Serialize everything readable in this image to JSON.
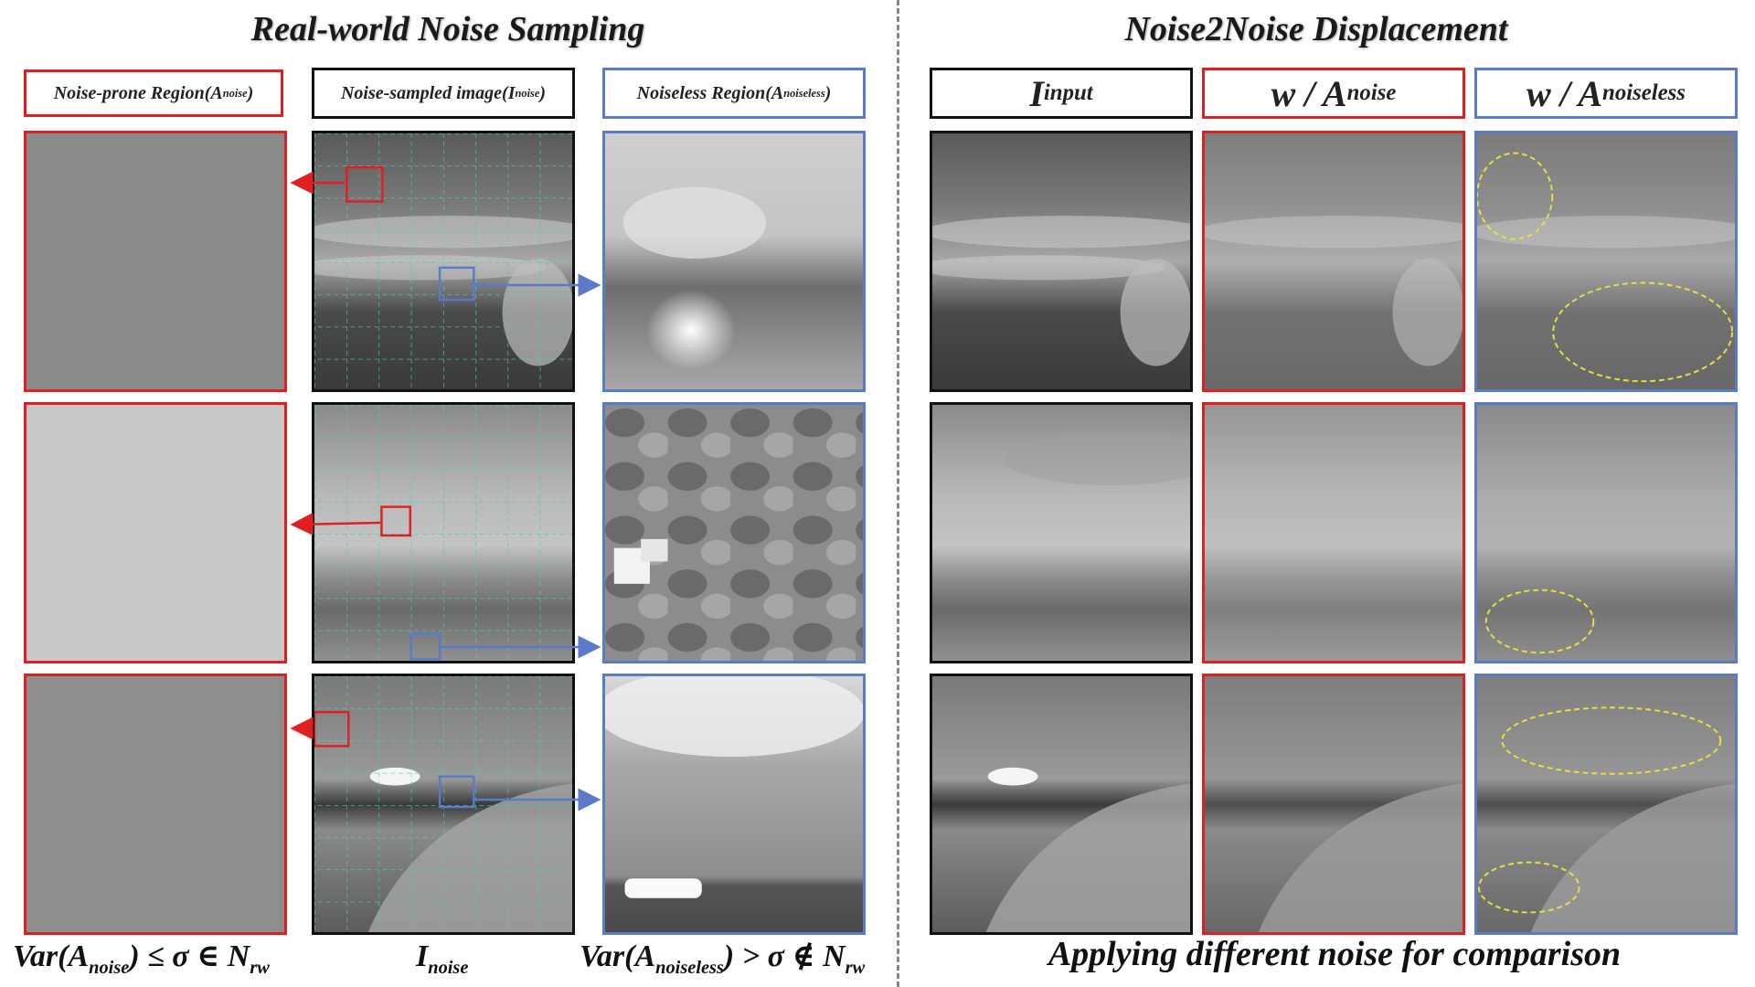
{
  "titles": {
    "left": "Real-world Noise Sampling",
    "right": "Noise2Noise Displacement"
  },
  "labels": {
    "noise_prone": {
      "text": "Noise-prone Region(A",
      "sub": "noise",
      "close": ")"
    },
    "noise_sampled": {
      "text": "Noise-sampled image(I",
      "sub": "noise",
      "close": ")"
    },
    "noiseless": {
      "text": "Noiseless Region(A",
      "sub": "noiseless",
      "close": ")"
    },
    "input": {
      "text": "I",
      "sub": "input"
    },
    "w_noise": {
      "text": "w / A",
      "sub": "noise"
    },
    "w_noiseless": {
      "text": "w / A",
      "sub": "noiseless"
    }
  },
  "bottom": {
    "var_noise": {
      "pre": "Var(A",
      "sub": "noise",
      "post": ") ≤ σ ∈ N",
      "sub2": "rw"
    },
    "i_noise": {
      "pre": "I",
      "sub": "noise"
    },
    "var_noiseless": {
      "pre": "Var(A",
      "sub": "noiseless",
      "post": ") > σ ∉ N",
      "sub2": "rw"
    },
    "caption": "Applying different noise  for comparison"
  },
  "colors": {
    "noise_region": "#e02020",
    "noiseless_region": "#5b7bc8",
    "grid": "#4fc8c0",
    "highlight_ellipse": "#e8e040"
  }
}
